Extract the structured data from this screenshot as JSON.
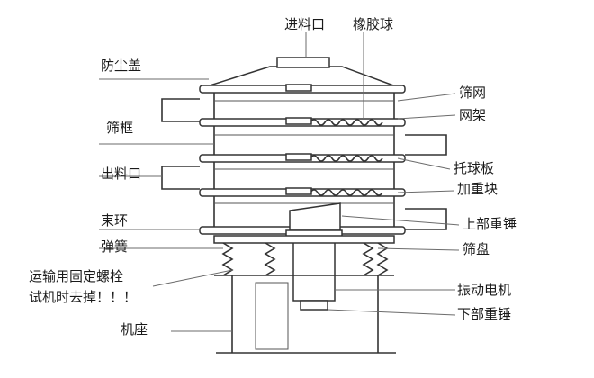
{
  "labels": {
    "feed_inlet": "进料口",
    "rubber_ball": "橡胶球",
    "dust_cover": "防尘盖",
    "screen_mesh": "筛网",
    "mesh_frame": "网架",
    "screen_frame": "筛框",
    "ball_tray": "托球板",
    "discharge_outlet": "出料口",
    "weight_block": "加重块",
    "clamp_ring": "束环",
    "upper_weight": "上部重锤",
    "spring": "弹簧",
    "screen_tray": "筛盘",
    "transport_note_line1": "运输用固定螺栓",
    "transport_note_line2": "试机时去掉！！！",
    "vibration_motor": "振动电机",
    "lower_weight": "下部重锤",
    "base": "机座"
  },
  "colors": {
    "line": "#333333",
    "leader": "#6b6b6b",
    "text": "#1a1a1a",
    "background": "#ffffff"
  }
}
